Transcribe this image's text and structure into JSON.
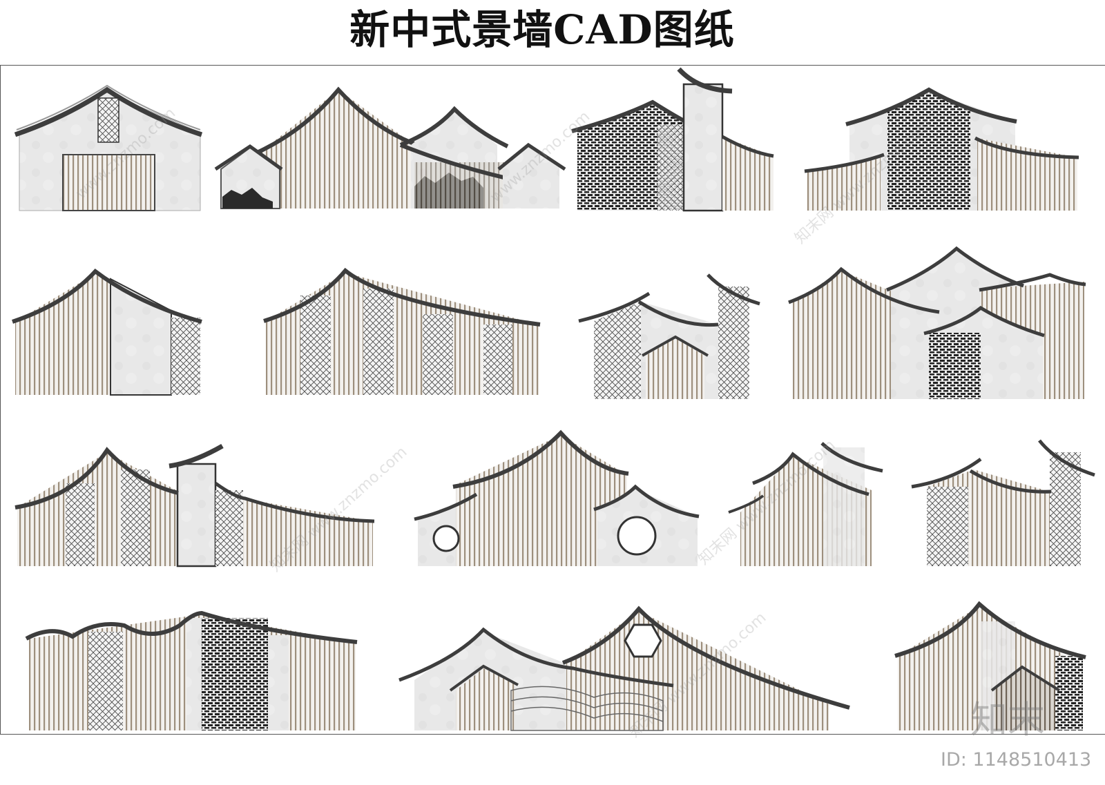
{
  "title": "新中式景墙CAD图纸",
  "watermarks": [
    "www.znzmo.com",
    "知末网 www.znzmo.com",
    "知末网 www.znzmo.com",
    "www.znzmo.com",
    "知末网 www.znzmo.com",
    "知末网 www.znzmo.com"
  ],
  "brand": "知末",
  "id_label": "ID: 1148510413",
  "colors": {
    "roof": "#3d3d3d",
    "wall": "#e6e6e6",
    "slat": "#b3a899",
    "shadow": "#9a9a9a",
    "lattice": "#333333"
  }
}
